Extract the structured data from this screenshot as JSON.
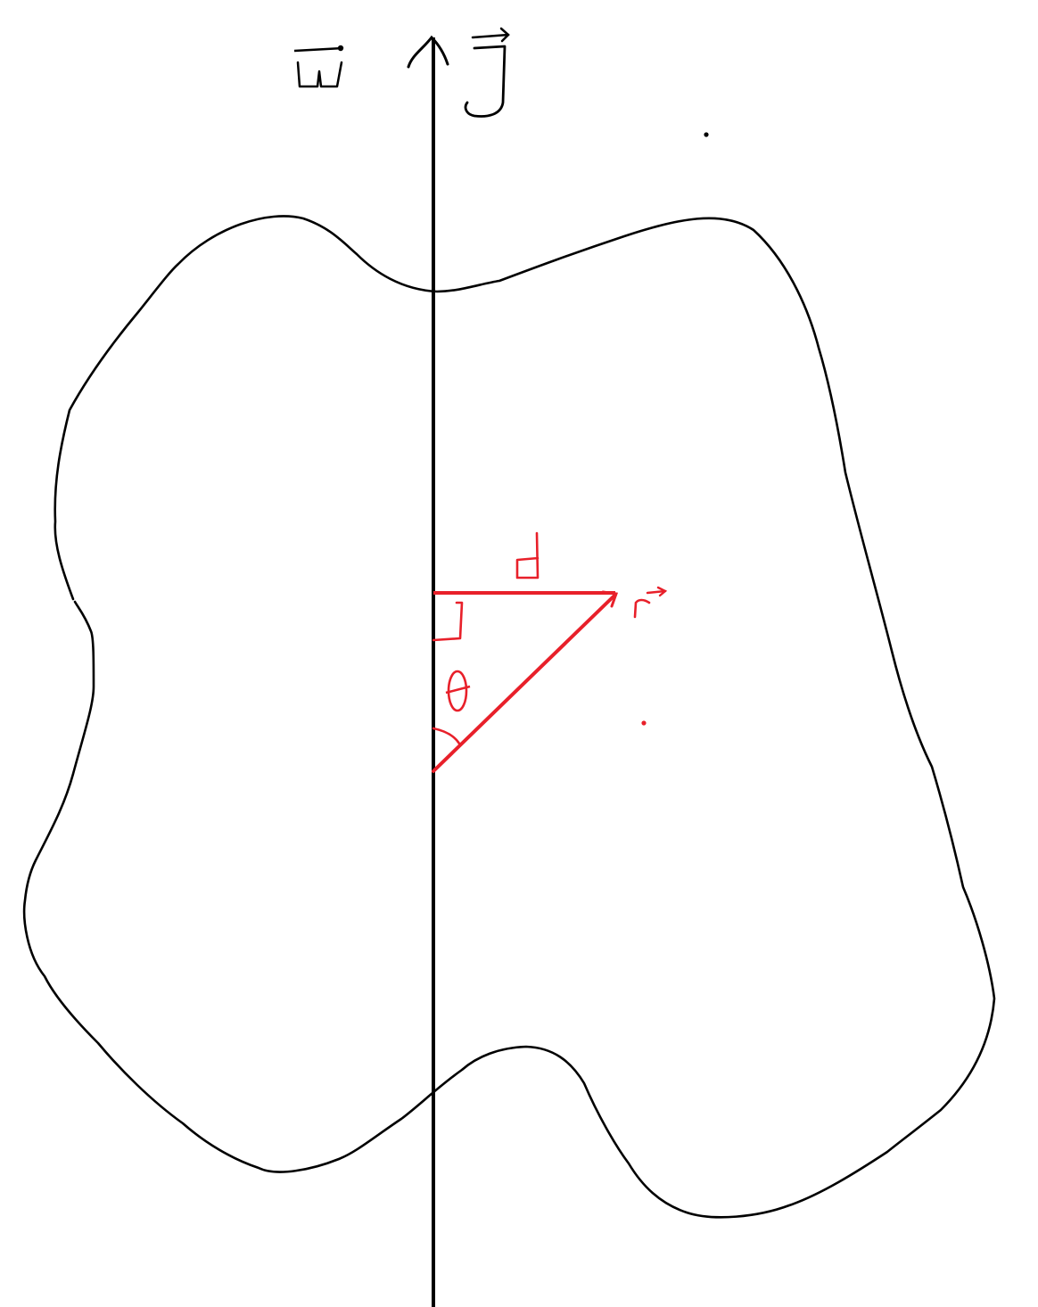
{
  "labels": {
    "omega": "ω",
    "angular_momentum": "J",
    "distance": "d",
    "position": "r",
    "angle": "θ"
  },
  "colors": {
    "background": "#ffffff",
    "ink": "#000000",
    "annotation": "#e8202a"
  }
}
